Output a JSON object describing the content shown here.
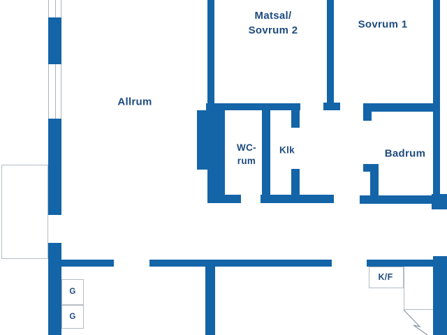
{
  "colors": {
    "wall": "#1464a8",
    "label": "#1e4b7f",
    "outline": "#b3bcc4",
    "background": "#ffffff"
  },
  "rooms": [
    {
      "id": "allrum",
      "label": "Allrum"
    },
    {
      "id": "matsal-sovrum2",
      "label": "Matsal/\nSovrum 2"
    },
    {
      "id": "sovrum1",
      "label": "Sovrum 1"
    },
    {
      "id": "wc-rum",
      "label": "WC-\nrum"
    },
    {
      "id": "klk",
      "label": "Klk"
    },
    {
      "id": "badrum",
      "label": "Badrum"
    },
    {
      "id": "kf",
      "label": "K/F"
    },
    {
      "id": "garderob-1",
      "label": "G"
    },
    {
      "id": "garderob-2",
      "label": "G"
    }
  ]
}
